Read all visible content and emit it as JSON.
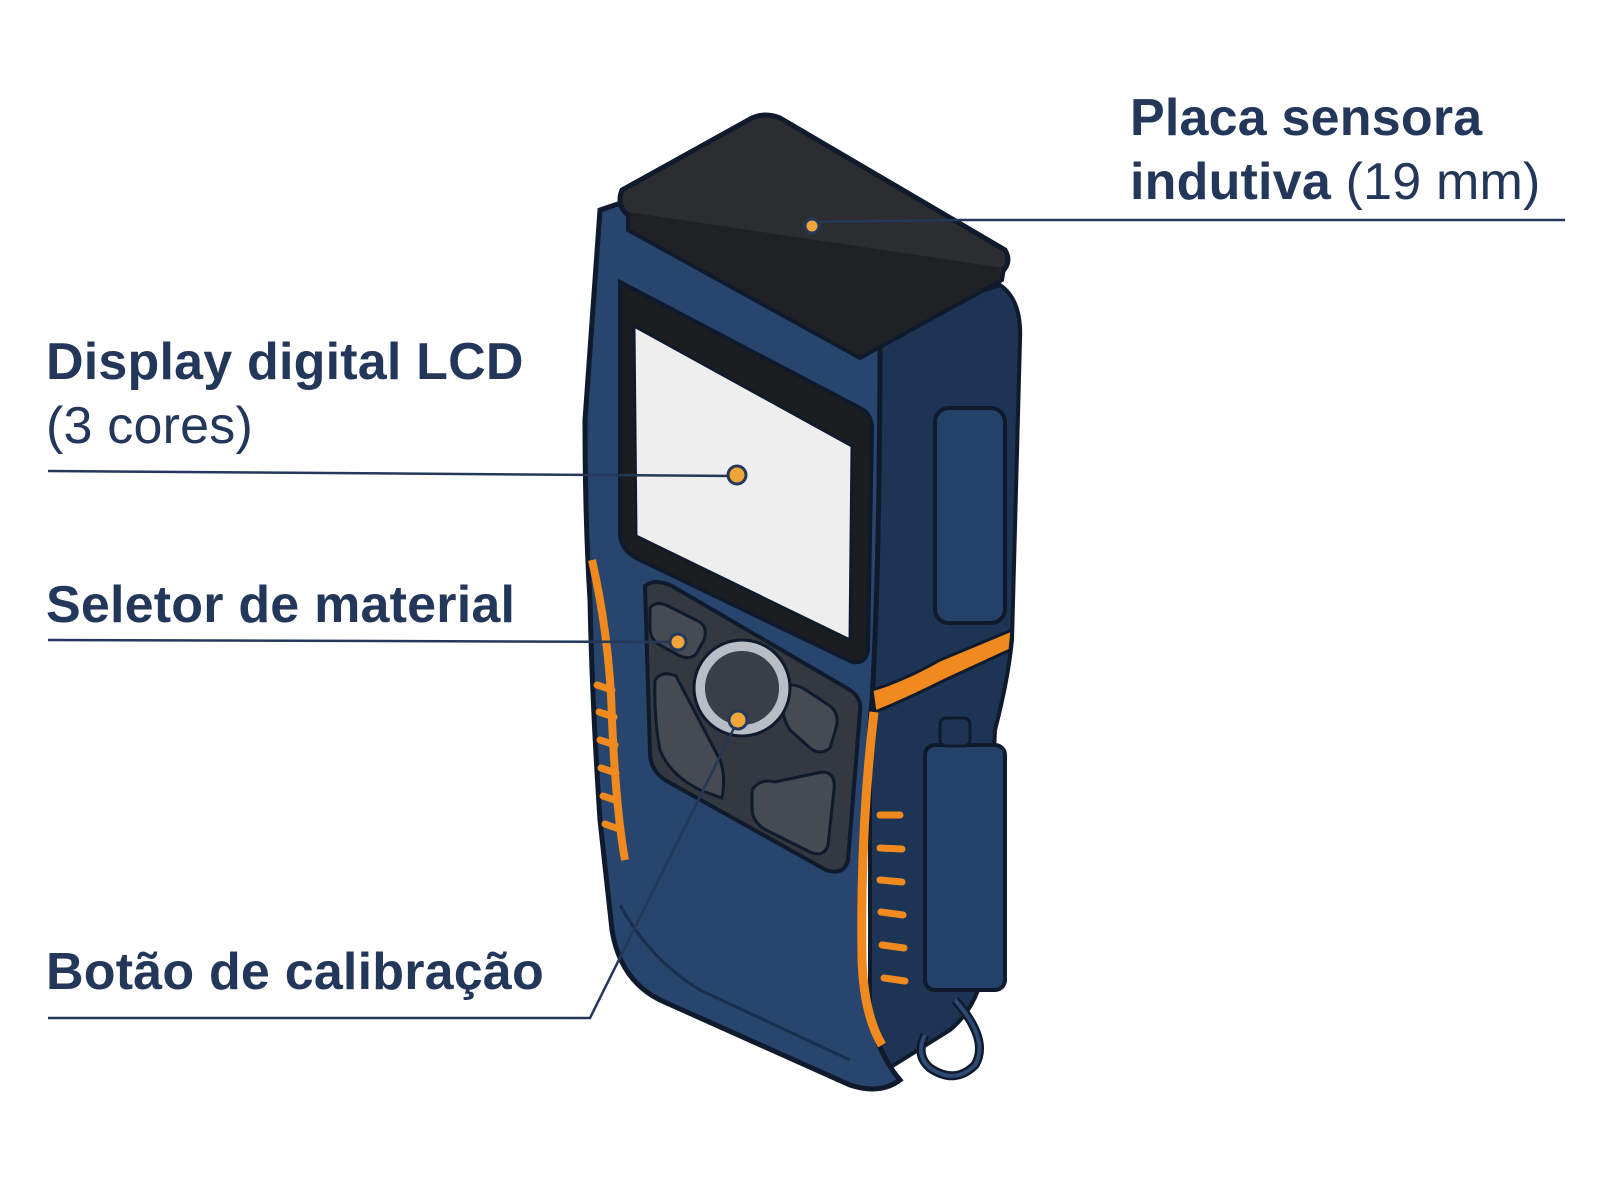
{
  "colors": {
    "body": "#28456d",
    "body_dark": "#1d3454",
    "outline": "#0f1b2c",
    "sensor_plate": "#2b2d31",
    "screen": "#eeeeee",
    "keypad": "#343840",
    "accent": "#f08a1e",
    "dot": "#f1a43a",
    "leader": "#23385a",
    "label_text": "#22375a"
  },
  "icons": [
    "sensor-plate-icon",
    "lcd-screen-icon",
    "selector-key-icon",
    "calibration-button-icon",
    "battery-cover-icon",
    "wrist-strap-icon"
  ],
  "labels": {
    "sensor_line1": "Placa sensora",
    "sensor_line2_bold": "indutiva",
    "sensor_line2_normal": " (19 mm)",
    "display_line1": "Display digital LCD",
    "display_line2": "(3 cores)",
    "selector": "Seletor de material",
    "calibration": "Botão de calibração"
  }
}
